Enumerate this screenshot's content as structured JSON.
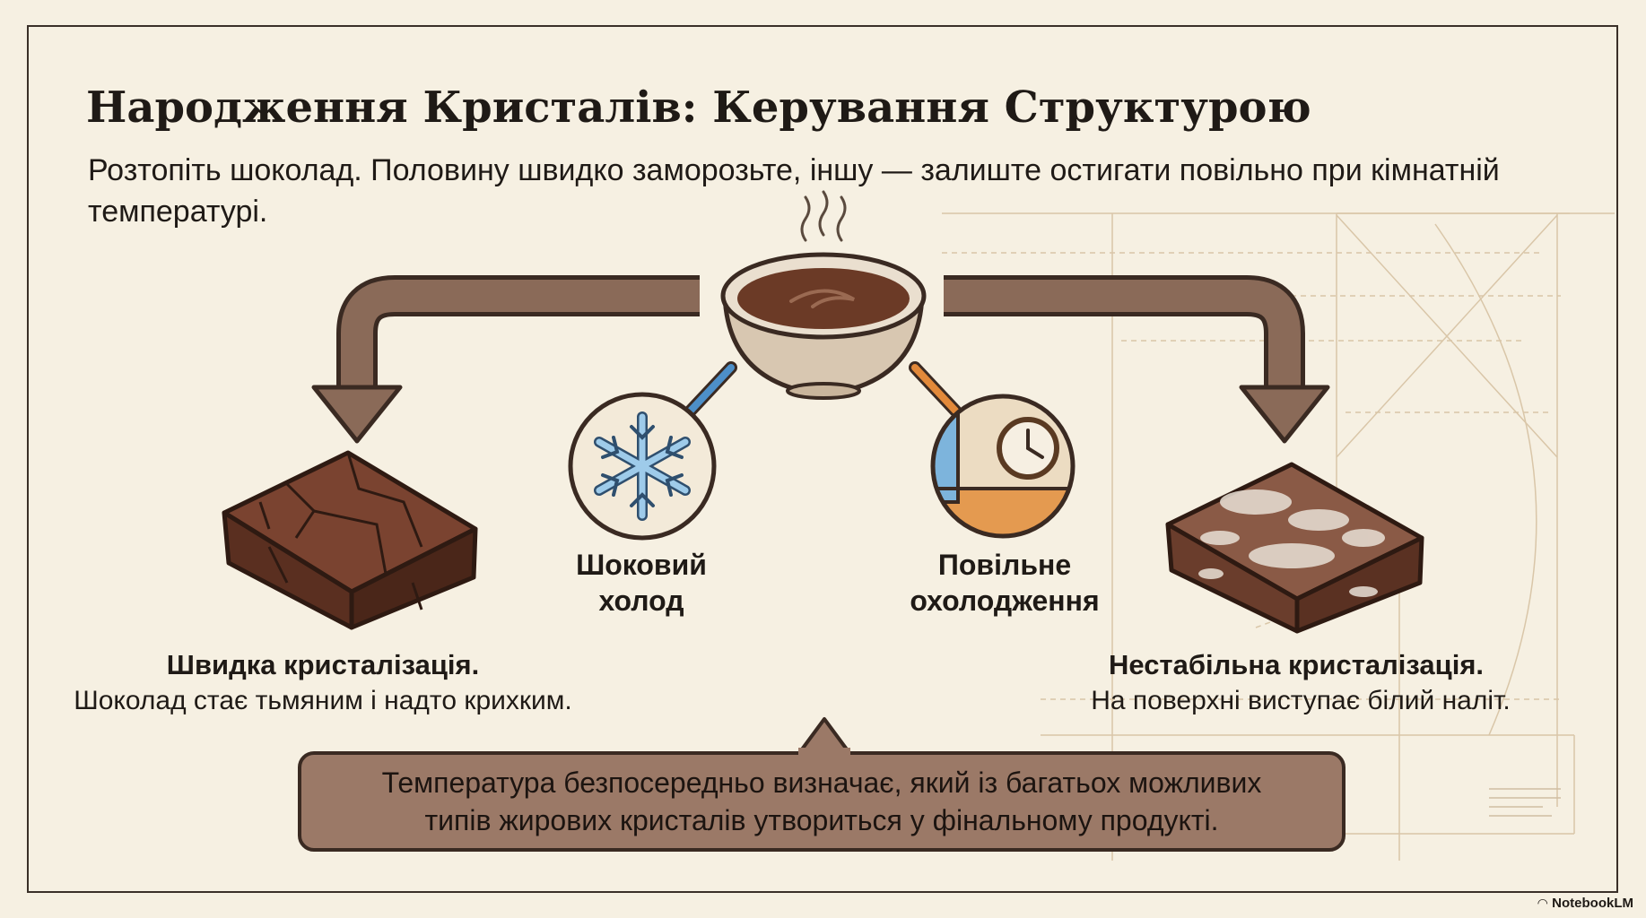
{
  "title": "Народження Кристалів: Керування Структурою",
  "subtitle": "Розтопіть шоколад. Половину швидко заморозьте, іншу — залиште остигати повільно при кімнатній температурі.",
  "methods": {
    "fast": {
      "line1": "Шоковий",
      "line2": "холод",
      "icon": "snowflake-icon"
    },
    "slow": {
      "line1": "Повільне",
      "line2": "охолодження",
      "icon": "clock-icon"
    }
  },
  "results": {
    "fast": {
      "heading": "Швидка кристалізація.",
      "description": "Шоколад стає тьмяним і надто крихким."
    },
    "slow": {
      "heading": "Нестабільна кристалізація.",
      "description": "На поверхні виступає білий наліт."
    }
  },
  "callout": {
    "line1": "Температура безпосередньо визначає, який із багатьох можливих",
    "line2": "типів жирових кристалів утвориться у фінальному продукті."
  },
  "brand": "NotebookLM",
  "colors": {
    "background": "#f6f0e2",
    "arrow": "#8a6a58",
    "cold": "#4d8fc8",
    "warm": "#e2893a",
    "callout": "#9b7967"
  }
}
